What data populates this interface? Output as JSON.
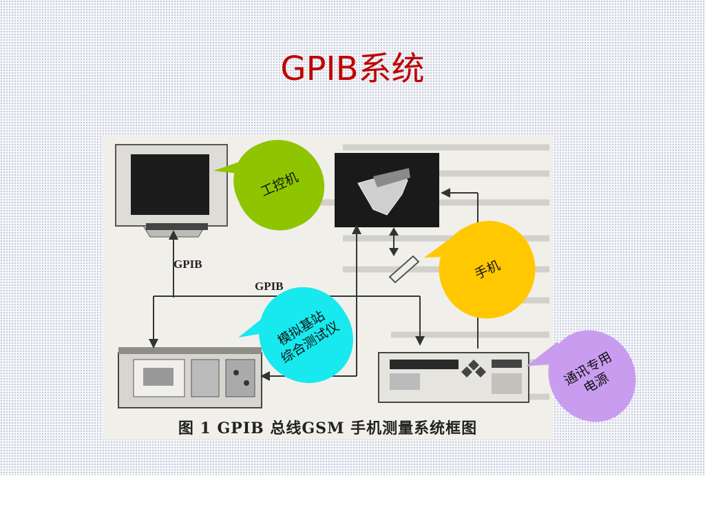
{
  "slide": {
    "title": "GPIB系统"
  },
  "figure": {
    "caption": "图 1   GPIB 总线GSM 手机测量系统框图",
    "gpib_label_1": "GPIB",
    "gpib_label_2": "GPIB"
  },
  "callouts": {
    "pc": {
      "line1": "工控机",
      "color": "#8fc400"
    },
    "phone": {
      "line1": "手机",
      "color": "#ffc800"
    },
    "tester": {
      "line1": "模拟基站",
      "line2": "综合测试仪",
      "color": "#17e9ee"
    },
    "power": {
      "line1": "通讯专用",
      "line2": "电源",
      "color": "#c99cf0"
    }
  }
}
